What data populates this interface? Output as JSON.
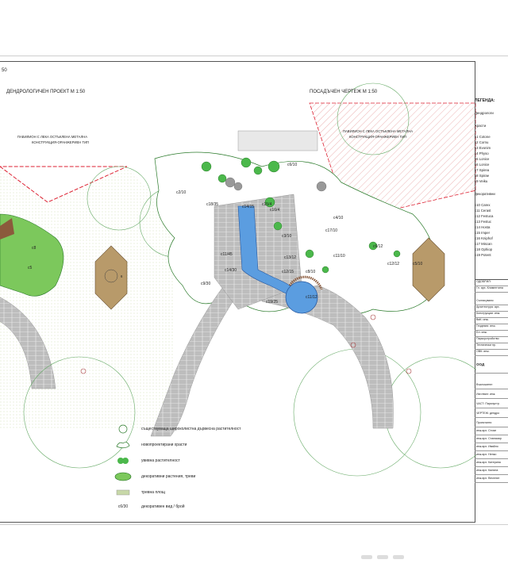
{
  "sheet": {
    "scale_left": "50",
    "title_left": "ДЕНДРОЛОГИЧЕН ПРОЕКТ   М 1:50",
    "title_right": "ПОСАДЪЧЕН ЧЕРТЕЖ   М 1:50",
    "pavilion_left": [
      "ПАВИЛИОН С ЛЕКА ОСТЪКЛЕНА МЕТАЛНА",
      "КОНСТРУКЦИЯ-ОРАНЖЕРИЕН ТИП"
    ],
    "pavilion_right": [
      "ПАВИЛИОН С ЛЕКА ОСТЪКЛЕНА МЕТАЛНА",
      "КОНСТРУКЦИЯ-ОРАНЖЕРИЕН ТИП"
    ],
    "tree_marker": "6"
  },
  "plan_labels": [
    "c6/10",
    "c2/10",
    "c18/35",
    "c14/15",
    "c15/4",
    "c16/4",
    "c4/10",
    "c17/10",
    "c11/45",
    "c13/12",
    "c12/12",
    "c6/12",
    "c11/10",
    "c3/10",
    "c8/10",
    "c14/30",
    "c9/30",
    "c19/25",
    "c11/12",
    "c12/15",
    "c5/10",
    "c8",
    "c5"
  ],
  "legend": {
    "items": [
      {
        "label": "съществуваща широколистна дървесна растителност",
        "symbol": "tree-circle-icon"
      },
      {
        "label": "новопроектирани храсти",
        "symbol": "shrub-icon"
      },
      {
        "label": "увивна растителност",
        "symbol": "climber-icon"
      },
      {
        "label": "декоративни растения, треви",
        "symbol": "grass-icon"
      },
      {
        "label": "тревна площ",
        "symbol": "lawn-icon"
      },
      {
        "label": "декоративен вид / брой",
        "symbol": "c6/30"
      }
    ]
  },
  "right_panel": {
    "legend_title": "ЛЕГЕНДА:",
    "section1": "Дендрологи",
    "section2": "Храсти",
    "shrubs": [
      "c1   Cotone",
      "c2   Cornu",
      "c3   Evonim",
      "c4   Physo",
      "c5   Lonice",
      "c6   Lonice",
      "c7   Spirea",
      "c8   Spirae",
      "c9   Veiku"
    ],
    "section3": "Декоративни",
    "decor": [
      "c10  Carex",
      "c11  Cerast",
      "c12  Festuca",
      "c13  Festuc",
      "c14  Hosta",
      "c15  Imper",
      "c16  Kniphof",
      "c17  Miscan",
      "c18  Ophiop",
      "c19  Potent"
    ]
  },
  "title_block": {
    "rows": [
      "ОДОБРИЛ:",
      "Гл. арх. Климентина",
      "Съгласувано",
      "Архитектура: арх.",
      "Конструкции: инж.",
      "ВиК: инж.",
      "Геодезия: инж.",
      "Ел: инж.",
      "Паркоустройство",
      "Технически пр.",
      "ОВК: инж.",
      "Възложител",
      "Изготвил: инж.",
      "ЧАСТ: Паркоустр.",
      "ЧЕРТЕЖ: дендро",
      "Проектанти",
      "инж.арх. Стоян",
      "инж.арх. Станимир",
      "инж.арх. Ивайло",
      "инж.арх. Ненко",
      "инж.арх. Катерина",
      "инж.арх. Калина",
      "инж.арх. Веселин"
    ],
    "company": "ООД"
  }
}
